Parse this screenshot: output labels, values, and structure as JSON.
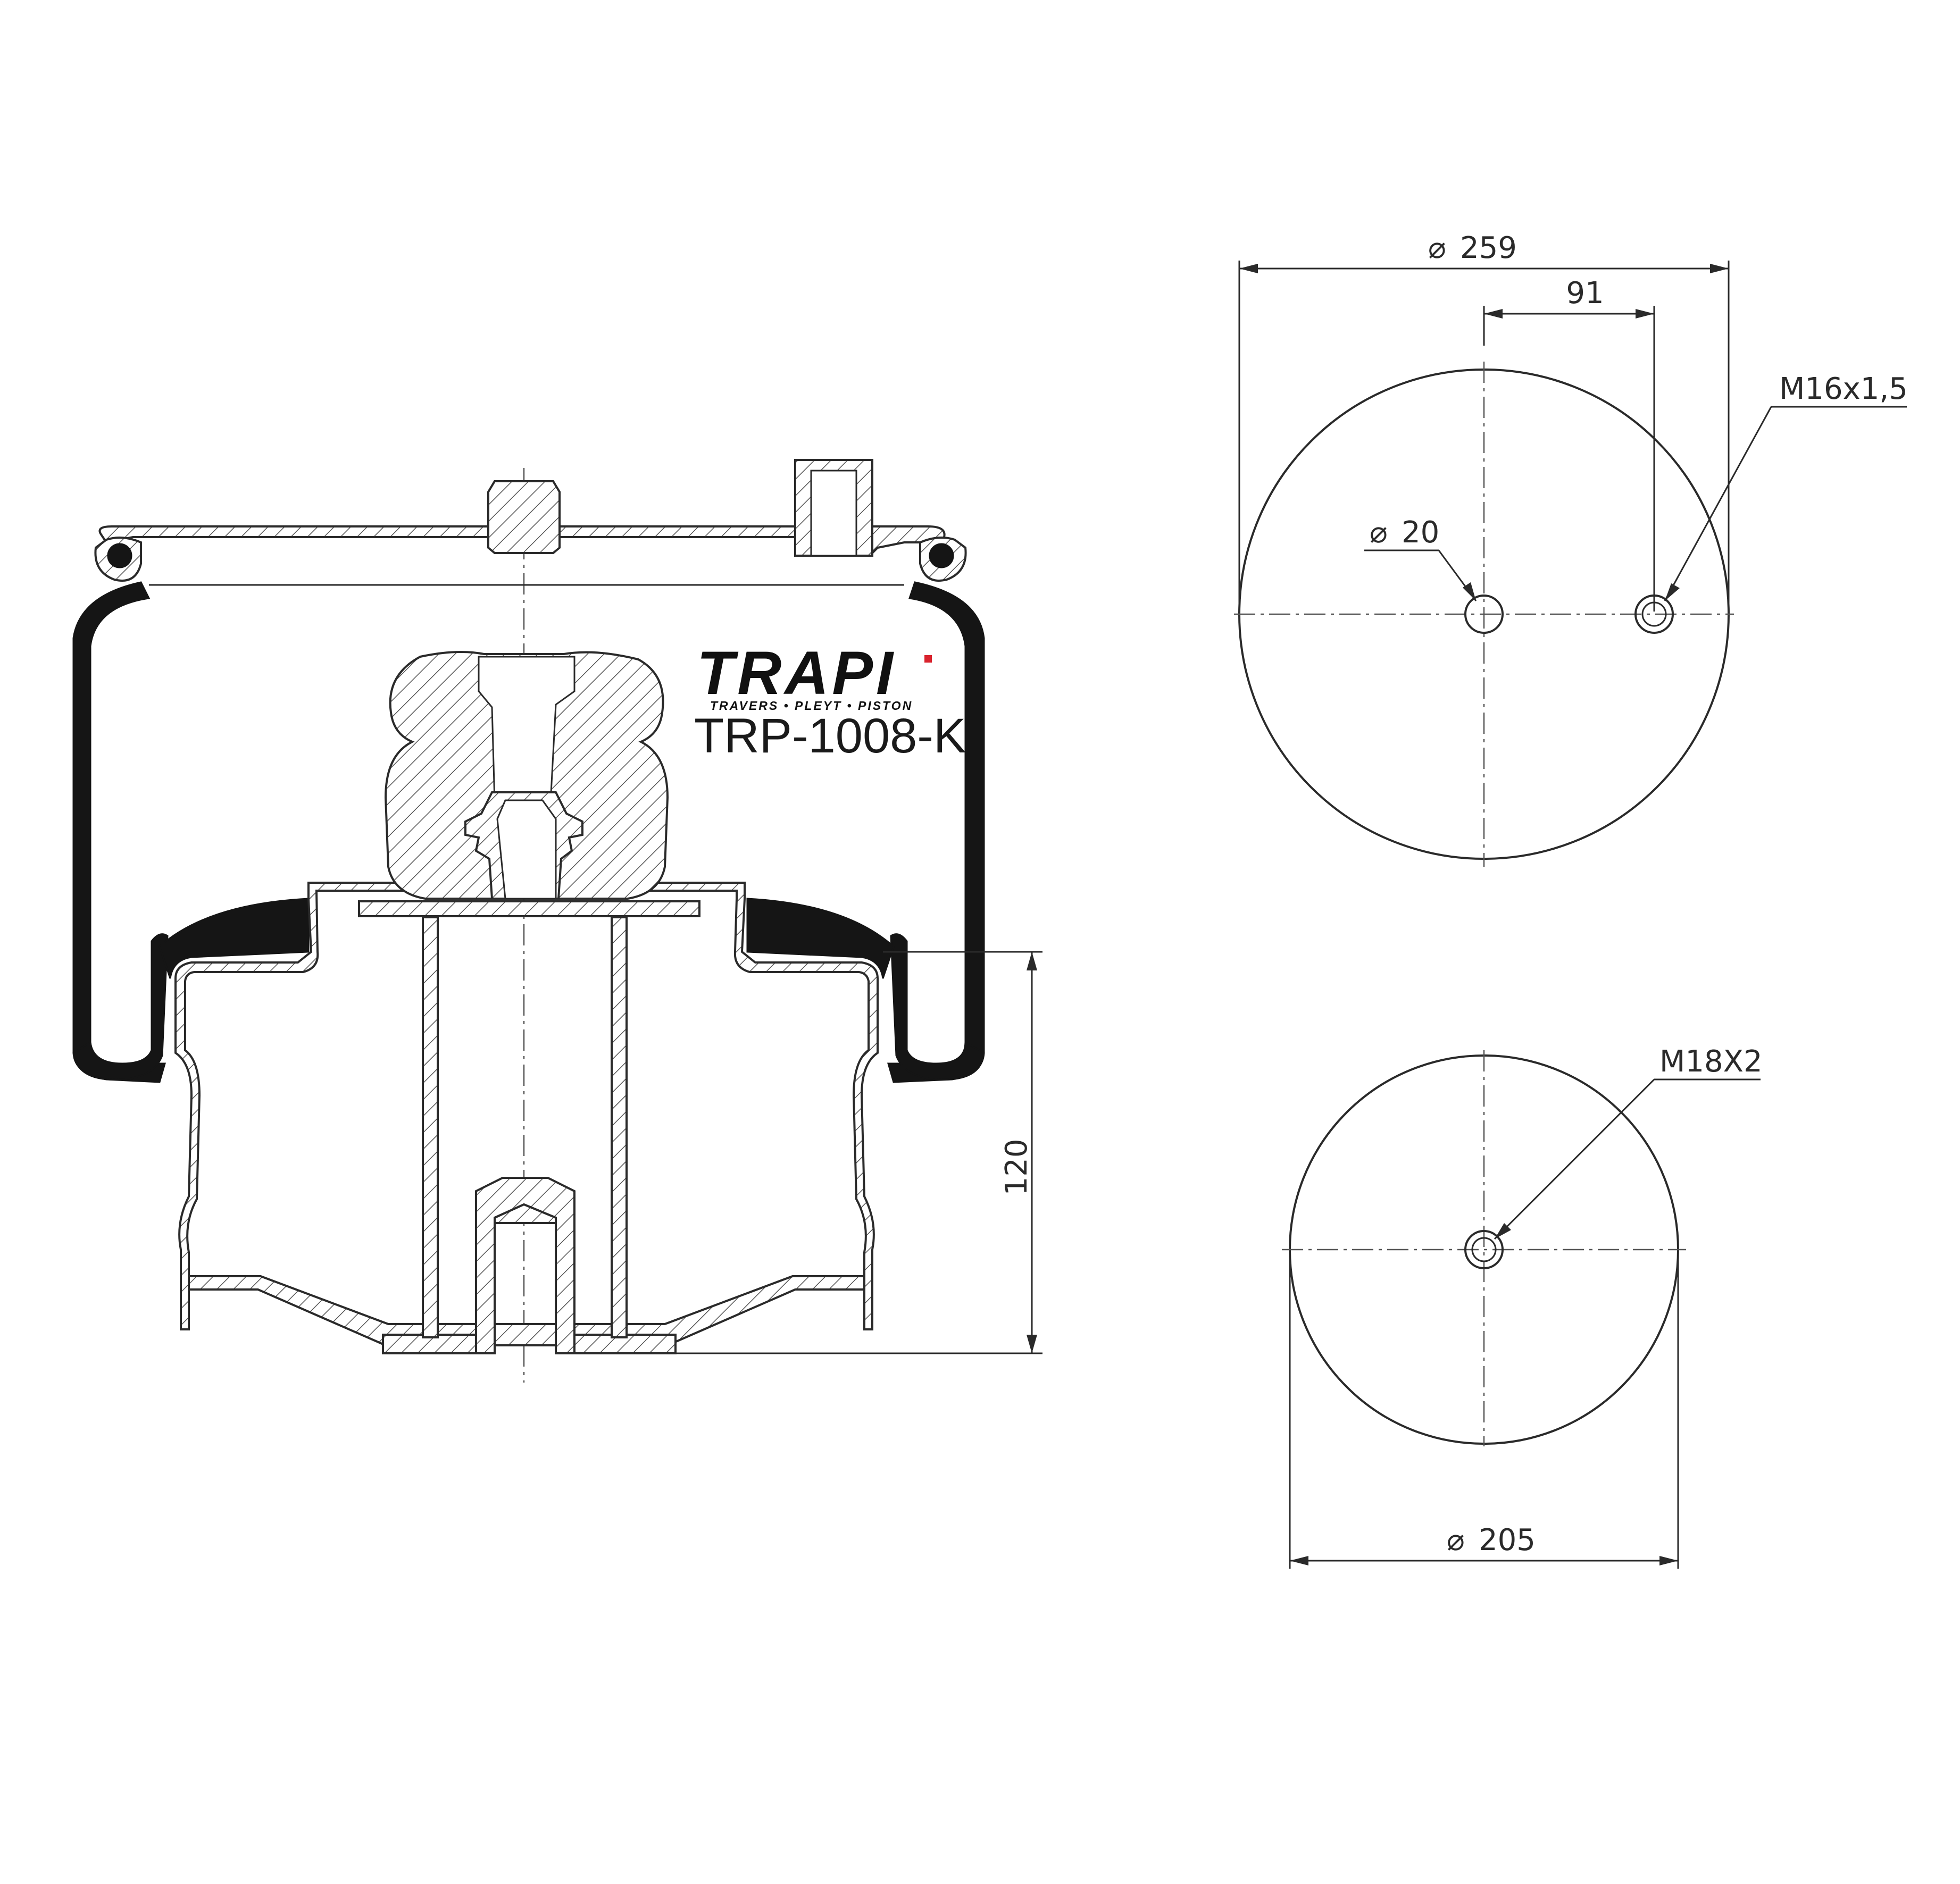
{
  "brand": {
    "name": "TRAPI",
    "tagline": "TRAVERS • PLEYT • PISTON",
    "accent_color": "#d9232d"
  },
  "part_number": "TRP-1008-K",
  "section_view": {
    "height_label": "120"
  },
  "top_view": {
    "diameter_label": "259",
    "offset_label": "91",
    "stud_label": "20",
    "port_thread_label": "M16x1,5"
  },
  "bottom_view": {
    "diameter_label": "205",
    "thread_label": "M18X2"
  },
  "diameter_symbol": "⌀"
}
